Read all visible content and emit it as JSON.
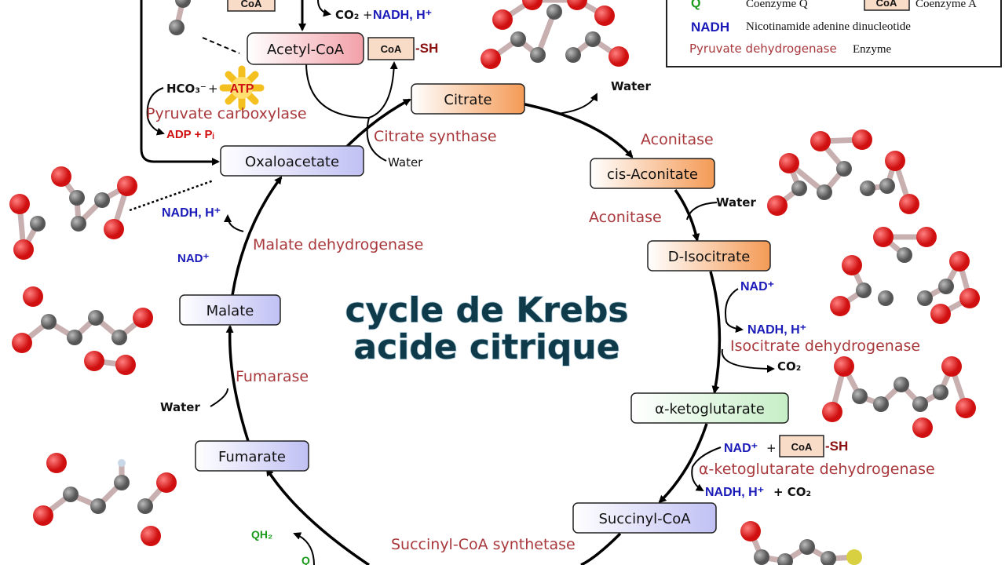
{
  "title": {
    "line1": "cycle de Krebs",
    "line2": "acide citrique"
  },
  "metabolites": {
    "acetyl_coa": "Acetyl-CoA",
    "citrate": "Citrate",
    "cis_aconitate": "cis-Aconitate",
    "d_isocitrate": "D-Isocitrate",
    "alpha_ketoglutarate": "α-ketoglutarate",
    "succinyl_coa": "Succinyl-CoA",
    "fumarate": "Fumarate",
    "malate": "Malate",
    "oxaloacetate": "Oxaloacetate"
  },
  "enzymes": {
    "pyruvate_carboxylase": "Pyruvate carboxylase",
    "citrate_synthase": "Citrate synthase",
    "aconitase_1": "Aconitase",
    "aconitase_2": "Aconitase",
    "isocitrate_dh": "Isocitrate dehydrogenase",
    "akg_dh": "α-ketoglutarate dehydrogenase",
    "succinyl_coa_synthetase": "Succinyl-CoA synthetase",
    "fumarase": "Fumarase",
    "malate_dh": "Malate dehydrogenase"
  },
  "cofactors": {
    "co2_nadh_top_co2": "CO₂",
    "co2_nadh_top_plus": "+",
    "co2_nadh_top_nadh": "NADH, H⁺",
    "coa": "CoA",
    "sh": "-SH",
    "hco3": "HCO₃⁻",
    "plus": "+",
    "atp": "ATP",
    "adp_pi": "ADP + Pᵢ",
    "water_citrate_out": "Water",
    "water_citrate_in": "Water",
    "water_aconitase": "Water",
    "water_fumarase": "Water",
    "nad_isocitrate": "NAD⁺",
    "nadh_isocitrate": "NADH, H⁺",
    "co2_isocitrate": "CO₂",
    "nad_akg": "NAD⁺",
    "nadh_akg": "NADH, H⁺",
    "co2_akg": "+ CO₂",
    "nadh_malate": "NADH, H⁺",
    "nad_malate": "NAD⁺",
    "qh2": "QH₂",
    "q": "Q"
  },
  "legend": {
    "q_symbol": "Q",
    "q_desc": "Coenzyme Q",
    "coa_symbol": "CoA",
    "coa_desc": "Coenzyme A",
    "nadh_symbol": "NADH",
    "nadh_desc": "Nicotinamide adenine dinucleotide",
    "enzyme_example": "Pyruvate dehydrogenase",
    "enzyme_desc": "Enzyme"
  },
  "colors": {
    "enzyme": "#a8383c",
    "nadh": "#1a1ab8",
    "atp": "#d01010",
    "q": "#1a9a1a"
  }
}
